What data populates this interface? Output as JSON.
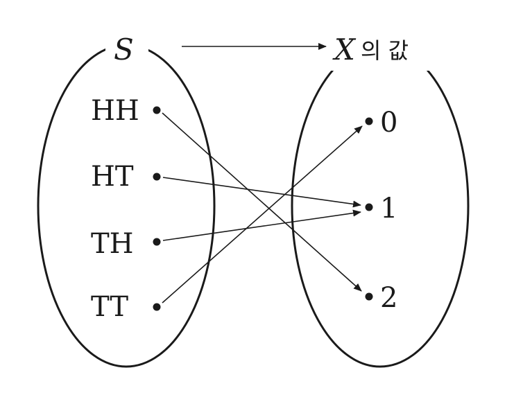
{
  "sample_space": {
    "label": "S",
    "outcomes": [
      {
        "id": "HH",
        "label": "HH",
        "maps_to": "2"
      },
      {
        "id": "HT",
        "label": "HT",
        "maps_to": "1"
      },
      {
        "id": "TH",
        "label": "TH",
        "maps_to": "1"
      },
      {
        "id": "TT",
        "label": "TT",
        "maps_to": "0"
      }
    ]
  },
  "value_set": {
    "variable": "X",
    "caption": "의 값",
    "values": [
      {
        "id": "0",
        "label": "0"
      },
      {
        "id": "1",
        "label": "1"
      },
      {
        "id": "2",
        "label": "2"
      }
    ]
  }
}
